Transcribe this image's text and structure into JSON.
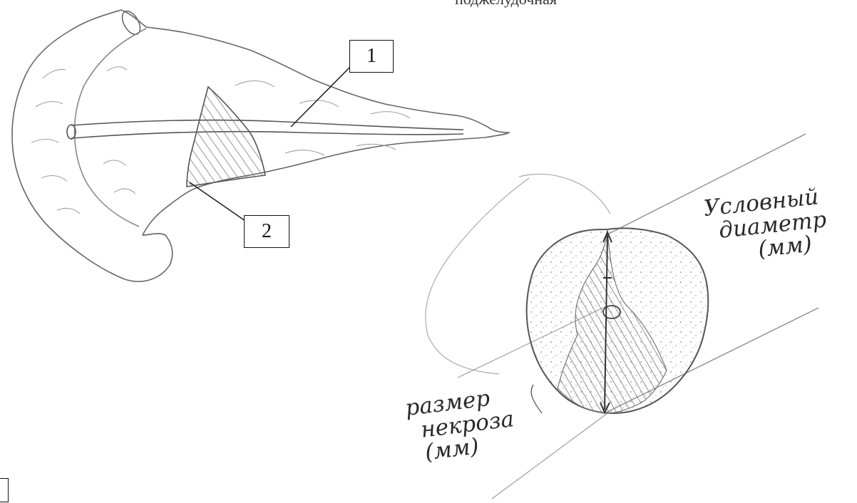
{
  "labels": {
    "callout_1": "1",
    "callout_2": "2"
  },
  "annotations": {
    "diameter_line1": "Условный",
    "diameter_line2": "диаметр",
    "diameter_unit": "(мм)",
    "necrosis_line1": "размер",
    "necrosis_line2": "некроза",
    "necrosis_unit": "(мм)"
  },
  "colors": {
    "ink": "#2a2a2a",
    "pencil": "#6b6b6b",
    "hatch": "#8a8a8a"
  }
}
